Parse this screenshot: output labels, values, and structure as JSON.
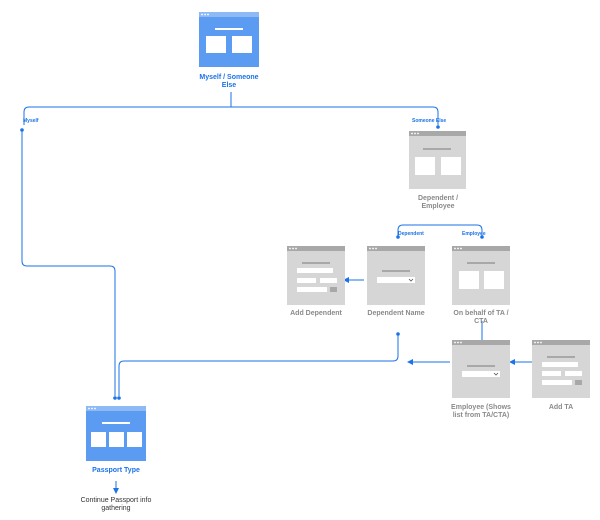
{
  "nodes": {
    "myself_someone": {
      "label": "Myself / Someone Else",
      "type": "blue-two-panel"
    },
    "dependent_employee": {
      "label": "Dependent / Employee",
      "type": "gray-two-panel"
    },
    "add_dependent": {
      "label": "Add Dependent",
      "type": "gray-form"
    },
    "dependent_name": {
      "label": "Dependent Name",
      "type": "gray-select"
    },
    "on_behalf": {
      "label": "On behalf of TA / CTA",
      "type": "gray-two-panel"
    },
    "employee_list": {
      "label": "Employee (Shows list from TA/CTA)",
      "type": "gray-select"
    },
    "add_ta": {
      "label": "Add TA",
      "type": "gray-form"
    },
    "passport_type": {
      "label": "Passport Type",
      "type": "blue-three-panel"
    },
    "continue": {
      "label": "Continue Passport info gathering"
    }
  },
  "branch_labels": {
    "myself": "Myself",
    "someone_else": "Someone Else",
    "dependent": "Dependent",
    "employee": "Employee"
  },
  "colors": {
    "accent": "#1a73e8",
    "blue_fill": "#5b9bf1",
    "blue_bar": "#8db9f5",
    "gray_fill": "#d6d6d6",
    "gray_bar": "#a8a8a8"
  }
}
